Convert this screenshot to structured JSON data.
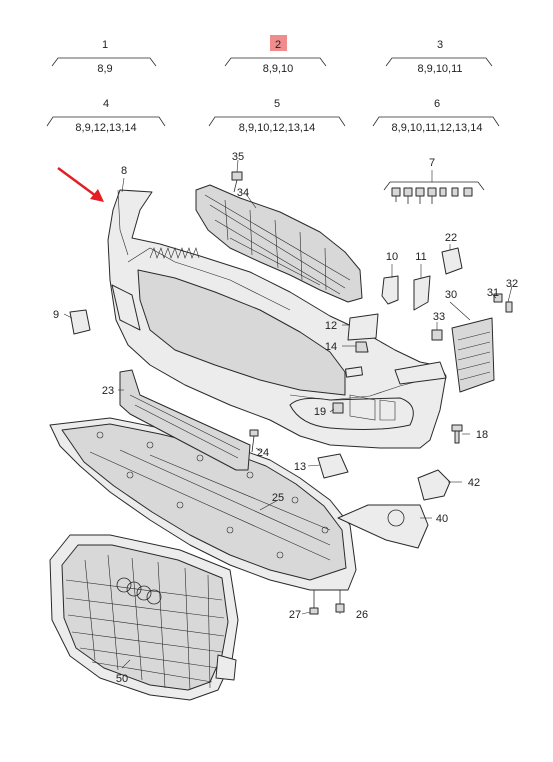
{
  "groups": [
    {
      "number": "1",
      "items": "8,9"
    },
    {
      "number": "2",
      "items": "8,9,10"
    },
    {
      "number": "3",
      "items": "8,9,10,11"
    },
    {
      "number": "4",
      "items": "8,9,12,13,14"
    },
    {
      "number": "5",
      "items": "8,9,10,12,13,14"
    },
    {
      "number": "6",
      "items": "8,9,10,11,12,13,14"
    }
  ],
  "highlight_color": "#f08c8c",
  "arrow_color": "#e31e24",
  "callouts": {
    "c7": "7",
    "c8": "8",
    "c9": "9",
    "c10": "10",
    "c11": "11",
    "c12": "12",
    "c13": "13",
    "c14": "14",
    "c18": "18",
    "c19": "19",
    "c22": "22",
    "c23": "23",
    "c24": "24",
    "c25": "25",
    "c26": "26",
    "c27": "27",
    "c30": "30",
    "c31": "31",
    "c32": "32",
    "c33": "33",
    "c34": "34",
    "c35": "35",
    "c40": "40",
    "c42": "42",
    "c50": "50"
  }
}
